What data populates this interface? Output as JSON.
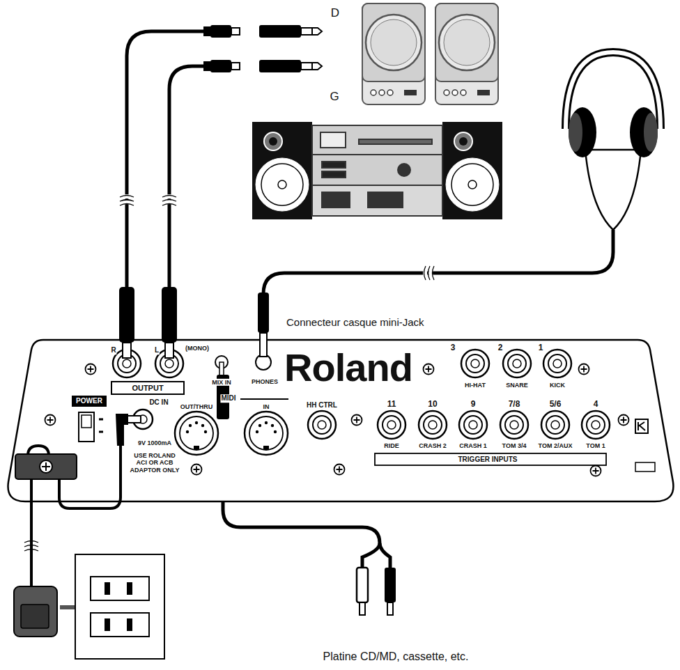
{
  "diagram": {
    "labels": [
      "D",
      "G",
      "Connecteur casque mini-Jack",
      "R",
      "L",
      "(MONO)",
      "OUTPUT",
      "MIX IN",
      "PHONES",
      "Roland",
      "3",
      "2",
      "1",
      "HI-HAT",
      "SNARE",
      "KICK",
      "POWER",
      "DC IN",
      "OUT/THRU",
      "MIDI",
      "IN",
      "HH CTRL",
      "11",
      "10",
      "9",
      "7/8",
      "5/6",
      "4",
      "RIDE",
      "CRASH 2",
      "CRASH 1",
      "TOM 3/4",
      "TOM 2/AUX",
      "TOM 1",
      "9V 1000mA",
      "USE ROLAND ACI OR ACB ADAPTOR ONLY",
      "TRIGGER INPUTS",
      "Platine CD/MD, cassette, etc."
    ]
  }
}
